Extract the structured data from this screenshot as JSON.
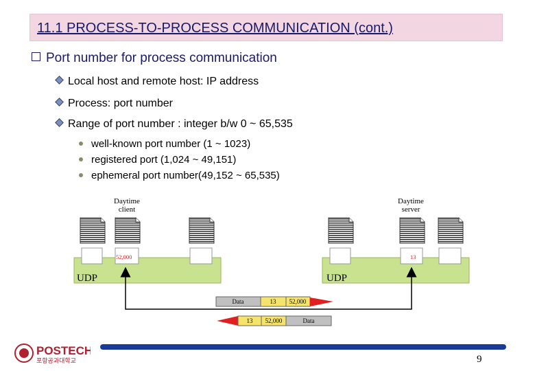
{
  "title": "11.1 PROCESS-TO-PROCESS COMMUNICATION (cont.)",
  "main_bullet": "Port number for process communication",
  "sub_bullets": [
    "Local host and remote host: IP address",
    "Process: port number",
    "Range of port number : integer b/w 0 ~ 65,535"
  ],
  "range_items": [
    "well-known port number (1 ~ 1023)",
    "registered port (1,024 ~ 49,151)",
    "ephemeral port number(49,152 ~ 65,535)"
  ],
  "diagram": {
    "client_label": [
      "Daytime",
      "client"
    ],
    "server_label": [
      "Daytime",
      "server"
    ],
    "client_port": "52,000",
    "server_port": "13",
    "left_udp": "UDP",
    "right_udp": "UDP",
    "packet_top": [
      "Data",
      "13",
      "52,000"
    ],
    "packet_bottom": [
      "13",
      "52,000",
      "Data"
    ]
  },
  "footer": {
    "logo_text": "POSTECH",
    "logo_subtext": "포항공과대학교",
    "page_number": "9"
  },
  "colors": {
    "title_bg": "#f2d7e3",
    "udp_box": "#c9e28f",
    "arrow_red": "#e02020",
    "footer_bar": "#1a3a9a"
  }
}
